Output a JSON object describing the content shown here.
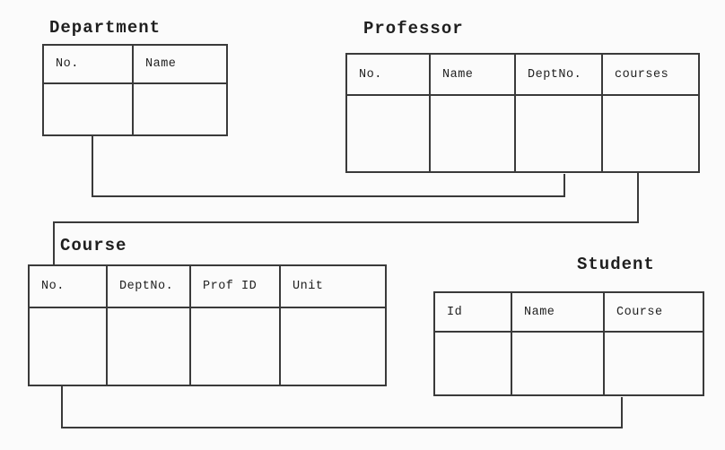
{
  "diagram": {
    "tables": [
      {
        "name": "Department",
        "columns": [
          "No.",
          "Name"
        ]
      },
      {
        "name": "Professor",
        "columns": [
          "No.",
          "Name",
          "DeptNo.",
          "courses"
        ]
      },
      {
        "name": "Course",
        "columns": [
          "No.",
          "DeptNo.",
          "Prof ID",
          "Unit"
        ]
      },
      {
        "name": "Student",
        "columns": [
          "Id",
          "Name",
          "Course"
        ]
      }
    ],
    "relationships": [
      {
        "from": "Department.No.",
        "to": "Professor.DeptNo."
      },
      {
        "from": "Professor.courses",
        "to": "Course"
      },
      {
        "from": "Course.No.",
        "to": "Student.Course"
      }
    ],
    "colors": {
      "line": "#3a3a3a",
      "background": "#fbfbfb",
      "text": "#1f1f1f"
    }
  }
}
